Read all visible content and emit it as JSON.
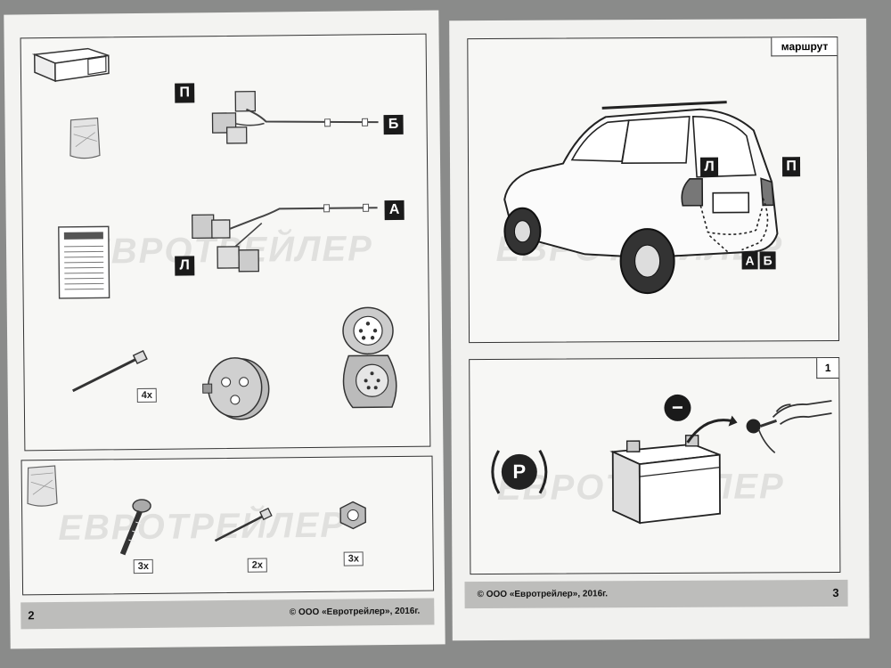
{
  "left_page": {
    "labels": {
      "p": "П",
      "b": "Б",
      "a": "А",
      "l": "Л"
    },
    "quantities": {
      "tie_large": "4x",
      "screw": "3x",
      "tie_small": "2x",
      "nut": "3x"
    },
    "watermark_top": "ЕВРОТРЕЙЛЕР",
    "watermark_bottom": "ЕВРОТРЕЙЛЕР",
    "footer_text": "© ООО «Евротрейлер», 2016г.",
    "page_number": "2"
  },
  "right_page": {
    "route_label": "маршрут",
    "labels": {
      "l": "Л",
      "p": "П",
      "a": "А",
      "b": "Б"
    },
    "step_number": "1",
    "minus_symbol": "−",
    "parking_symbol": "P",
    "watermark_top": "ЕВРОТРЕЙЛЕР",
    "watermark_bottom": "ЕВРОТРЕЙЛЕР",
    "footer_text": "© ООО «Евротрейлер», 2016г.",
    "page_number": "3"
  }
}
